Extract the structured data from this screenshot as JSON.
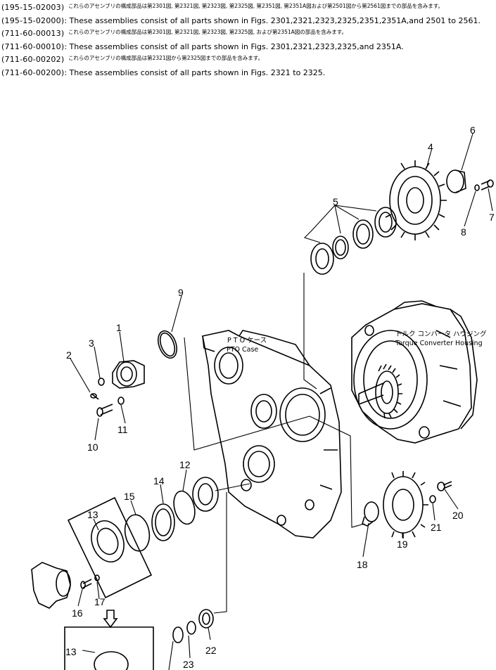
{
  "header": {
    "lines": [
      {
        "code": "(195-15-02003)",
        "jp": "これらのアセンブリの構成部品は第2301図, 第2321図, 第2323図, 第2325図, 第2351図, 第2351A図および第2501図から第2561図までの部品を含みます。"
      },
      {
        "code": "(195-15-02000)",
        "text": ": These assemblies consist of all parts shown in Figs. 2301,2321,2323,2325,2351,2351A,and 2501 to 2561."
      },
      {
        "code": "(711-60-00013)",
        "jp": "これらのアセンブリの構成部品は第2301図, 第2321図, 第2323図, 第2325図, および第2351A図の部品を含みます。"
      },
      {
        "code": "(711-60-00010)",
        "text": ": These assemblies consist of all parts shown in Figs. 2301,2321,2323,2325,and 2351A."
      },
      {
        "code": "(711-60-00202)",
        "jp": "これらのアセンブリの構成部品は第2321図から第2325図までの部品を含みます。"
      },
      {
        "code": "(711-60-00200)",
        "text": ": These assemblies consist of all parts shown in Figs. 2321 to 2325."
      }
    ]
  },
  "diagram": {
    "captions": {
      "pto_case_jp": "P T O ケース",
      "pto_case_en": "PTO Case",
      "torque_conv_jp": "トルク コンバータ ハウジング",
      "torque_conv_en": "Torque Converter Housing"
    },
    "part_numbers": [
      "1",
      "2",
      "3",
      "4",
      "5",
      "6",
      "7",
      "8",
      "9",
      "10",
      "11",
      "12",
      "13",
      "14",
      "15",
      "16",
      "17",
      "18",
      "19",
      "20",
      "21",
      "22",
      "23",
      "13"
    ]
  }
}
